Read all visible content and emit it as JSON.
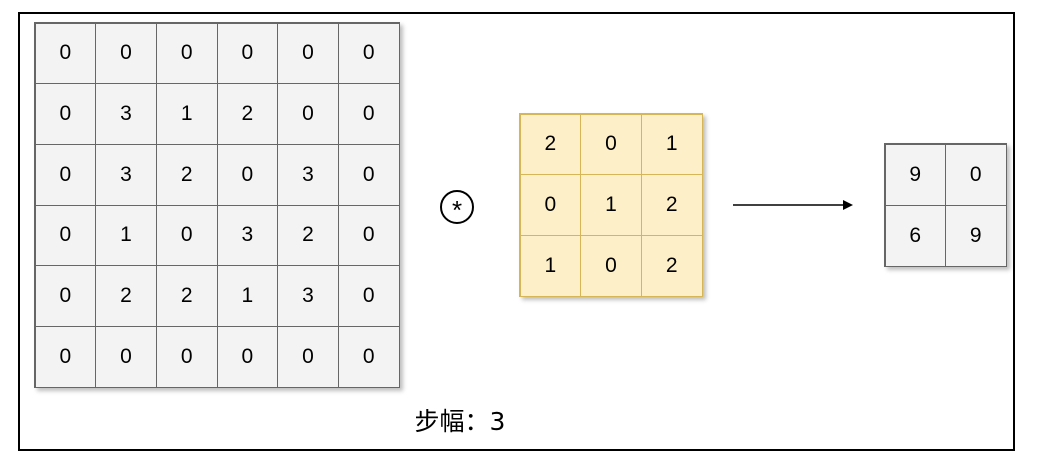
{
  "input_matrix": [
    [
      0,
      0,
      0,
      0,
      0,
      0
    ],
    [
      0,
      3,
      1,
      2,
      0,
      0
    ],
    [
      0,
      3,
      2,
      0,
      3,
      0
    ],
    [
      0,
      1,
      0,
      3,
      2,
      0
    ],
    [
      0,
      2,
      2,
      1,
      3,
      0
    ],
    [
      0,
      0,
      0,
      0,
      0,
      0
    ]
  ],
  "kernel_matrix": [
    [
      2,
      0,
      1
    ],
    [
      0,
      1,
      2
    ],
    [
      1,
      0,
      2
    ]
  ],
  "output_matrix": [
    [
      9,
      0
    ],
    [
      6,
      9
    ]
  ],
  "operator_symbol": "*",
  "caption": "步幅：3",
  "colors": {
    "input_fill": "#f3f3f3",
    "kernel_fill": "#fdf0c8",
    "kernel_border": "#d6b656"
  }
}
